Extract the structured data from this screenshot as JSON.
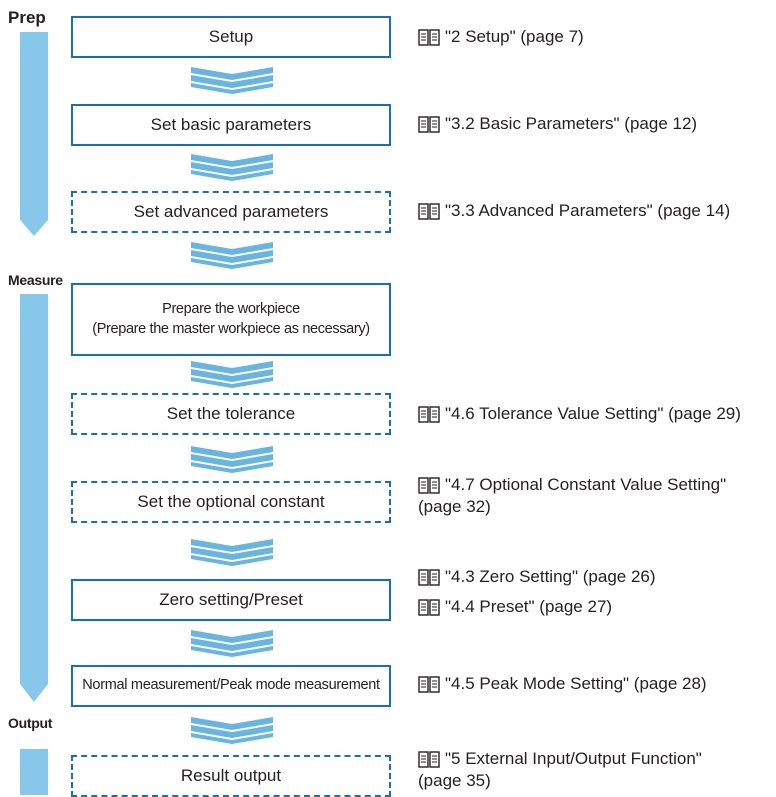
{
  "phases": {
    "prep": "Prep",
    "measure": "Measure",
    "output": "Output"
  },
  "steps": [
    {
      "label": "Setup",
      "style": "solid"
    },
    {
      "label": "Set basic parameters",
      "style": "solid"
    },
    {
      "label": "Set advanced parameters",
      "style": "dashed"
    },
    {
      "line1": "Prepare the workpiece",
      "line2": "(Prepare the master workpiece as necessary)",
      "style": "solid"
    },
    {
      "label": "Set the tolerance",
      "style": "dashed"
    },
    {
      "label": "Set the optional constant",
      "style": "dashed"
    },
    {
      "label": "Zero setting/Preset",
      "style": "solid"
    },
    {
      "label": "Normal measurement/Peak mode measurement",
      "style": "solid"
    },
    {
      "label": "Result output",
      "style": "dashed"
    }
  ],
  "references": {
    "setup": "\"2 Setup\" (page 7)",
    "basic": "\"3.2 Basic Parameters\" (page 12)",
    "advanced": "\"3.3 Advanced Parameters\" (page 14)",
    "tolerance": "\"4.6 Tolerance Value Setting\" (page 29)",
    "optional_l1": "\"4.7 Optional Constant Value Setting\"",
    "optional_l2": "(page 32)",
    "zero": "\"4.3 Zero Setting\" (page 26)",
    "preset": "\"4.4 Preset\" (page 27)",
    "peak": "\"4.5 Peak Mode Setting\" (page 28)",
    "output_l1": "\"5 External Input/Output Function\"",
    "output_l2": "(page 35)"
  },
  "icons": {
    "reference": "book-icon",
    "flow": "down-chevron-arrow"
  },
  "colors": {
    "box_border": "#1a6eb5",
    "phase_bar": "#87c8ea",
    "arrow": "#6ab4e0"
  }
}
